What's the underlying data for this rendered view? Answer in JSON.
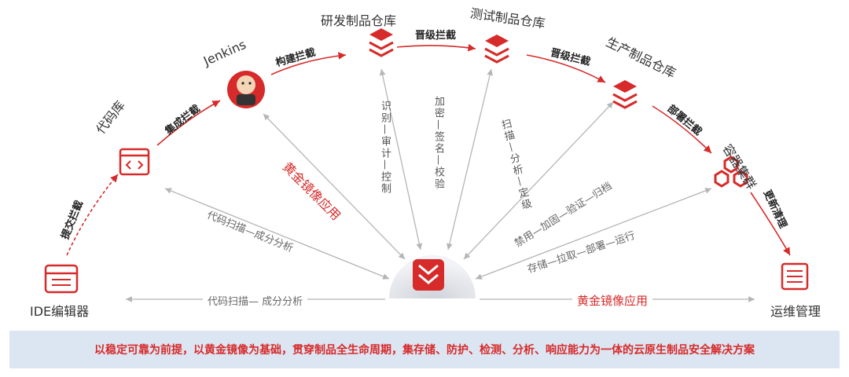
{
  "nodes": {
    "ide": "IDE编辑器",
    "repo": "代码库",
    "jenkins": "Jenkins",
    "dev_store": "研发制品仓库",
    "test_store": "测试制品仓库",
    "prod_store": "生产制品仓库",
    "cluster": "容器集群",
    "ops": "运维管理"
  },
  "gates": {
    "submit": "提交拦截",
    "integrate": "集成拦截",
    "build": "构建拦截",
    "promote1": "晋级拦截",
    "promote2": "晋级拦截",
    "deploy": "部署拦截",
    "update": "更新清理"
  },
  "spokes": {
    "golden_left": "黄金镜像应用",
    "scan_diag": "代码扫描—成分分析",
    "identify": "识别—审计—控制",
    "encrypt": "加密—签名—校验",
    "scan_grade": "扫描—分析—定级",
    "disable": "禁用—加固—验证—归档",
    "store_run": "存储—拉取—部署—运行"
  },
  "bottom": {
    "scan_left": "代码扫描— 成分分析",
    "golden_right": "黄金镜像应用"
  },
  "banner": "以稳定可靠为前提，以黄金镜像为基础，贯穿制品全生命周期，集存储、防护、检测、分析、响应能力为一体的云原生制品安全解决方案",
  "colors": {
    "accent": "#d72a2a",
    "grey_arrow": "#b5b5b5",
    "banner_bg": "#dbe6f2"
  }
}
